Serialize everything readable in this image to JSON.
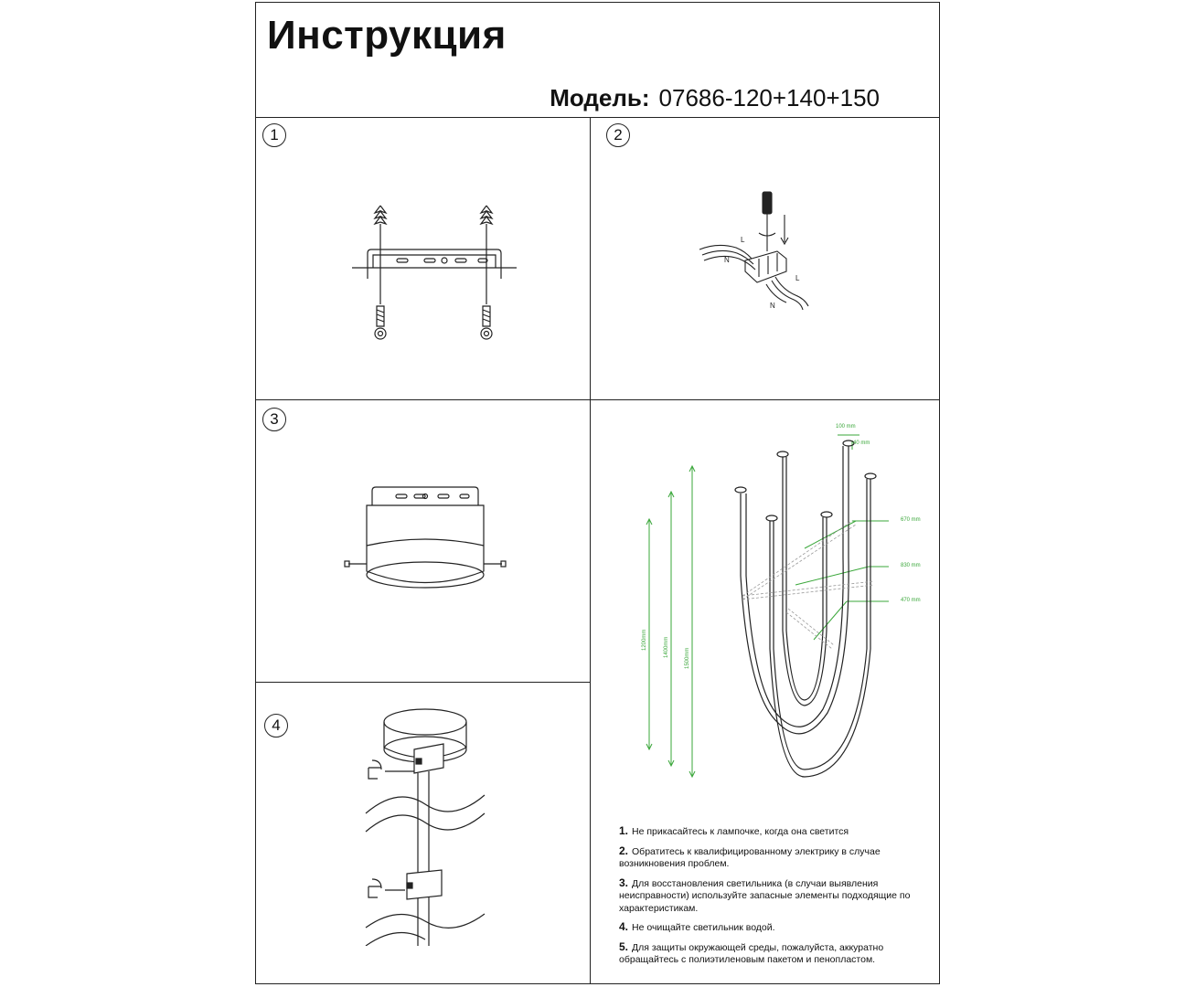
{
  "header": {
    "title": "Инструкция",
    "model_label": "Модель:",
    "model_value": "07686-120+140+150"
  },
  "steps": [
    {
      "number": "1"
    },
    {
      "number": "2"
    },
    {
      "number": "3"
    },
    {
      "number": "4"
    }
  ],
  "wiring_labels": {
    "l_top": "L",
    "n_top": "N",
    "l_bottom": "L",
    "n_bottom": "N"
  },
  "dimensions": {
    "width_top": "100 mm",
    "height_top": "40 mm",
    "span_1": "670 mm",
    "span_2": "830 mm",
    "span_3": "470 mm",
    "length_1": "1200mm",
    "length_2": "1400mm",
    "length_3": "1500mm"
  },
  "colors": {
    "line": "#222222",
    "dimension": "#3aa73a"
  },
  "notes": [
    {
      "num": "1.",
      "text": "Не прикасайтесь к лампочке, когда она светится"
    },
    {
      "num": "2.",
      "text": "Обратитесь к квалифицированному электрику в случае возникновения проблем."
    },
    {
      "num": "3.",
      "text": "Для восстановления светильника (в случаи выявления неисправности) используйте запасные элементы подходящие по характеристикам."
    },
    {
      "num": "4.",
      "text": "Не очищайте светильник водой."
    },
    {
      "num": "5.",
      "text": "Для защиты окружающей среды, пожалуйста, аккуратно обращайтесь с полиэтиленовым пакетом и пенопластом."
    }
  ]
}
